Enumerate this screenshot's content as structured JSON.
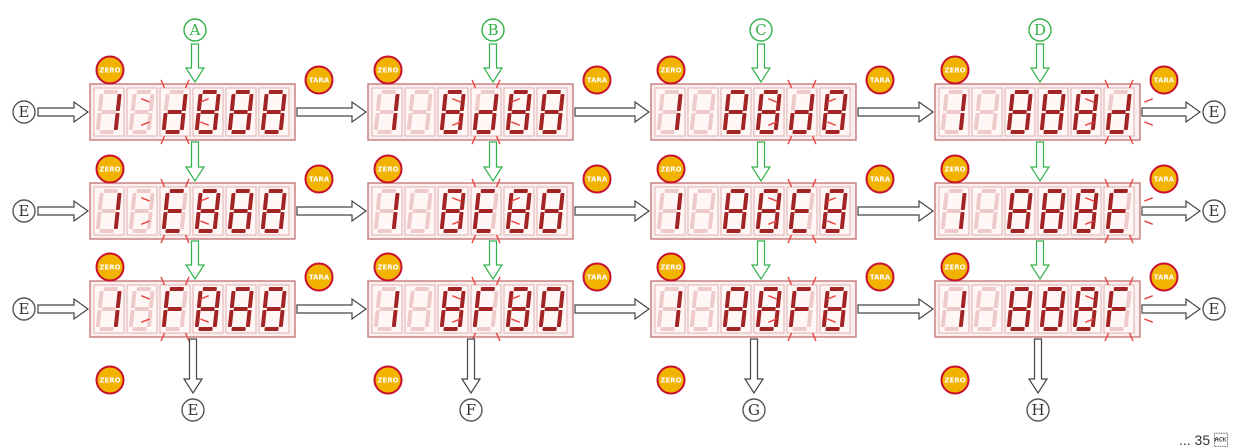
{
  "buttons": {
    "zero": "ZERO",
    "tara": "TARA"
  },
  "nodes": {
    "top": [
      "A",
      "B",
      "C",
      "D"
    ],
    "bottom": [
      "E",
      "F",
      "G",
      "H"
    ],
    "loop": "E"
  },
  "grid": [
    [
      {
        "digits": [
          "1",
          "",
          "d",
          "8",
          "8",
          "8"
        ],
        "blink": 2
      },
      {
        "digits": [
          "1",
          "",
          "8",
          "d",
          "8",
          "8"
        ],
        "blink": 3
      },
      {
        "digits": [
          "1",
          "",
          "8",
          "8",
          "d",
          "8"
        ],
        "blink": 4
      },
      {
        "digits": [
          "1",
          "",
          "8",
          "8",
          "8",
          "d"
        ],
        "blink": 5
      }
    ],
    [
      {
        "digits": [
          "1",
          "",
          "E",
          "8",
          "8",
          "8"
        ],
        "blink": 2
      },
      {
        "digits": [
          "1",
          "",
          "8",
          "E",
          "8",
          "8"
        ],
        "blink": 3
      },
      {
        "digits": [
          "1",
          "",
          "8",
          "8",
          "E",
          "8"
        ],
        "blink": 4
      },
      {
        "digits": [
          "1",
          "",
          "8",
          "8",
          "8",
          "E"
        ],
        "blink": 5
      }
    ],
    [
      {
        "digits": [
          "1",
          "",
          "F",
          "8",
          "8",
          "8"
        ],
        "blink": 2
      },
      {
        "digits": [
          "1",
          "",
          "8",
          "F",
          "8",
          "8"
        ],
        "blink": 3
      },
      {
        "digits": [
          "1",
          "",
          "8",
          "8",
          "F",
          "8"
        ],
        "blink": 4
      },
      {
        "digits": [
          "1",
          "",
          "8",
          "8",
          "8",
          "F"
        ],
        "blink": 5
      }
    ]
  ],
  "colors": {
    "segment_on": "#a32424",
    "segment_off": "#efcaca",
    "button_fill": "#f2b200",
    "button_ring": "#c8102e",
    "green_arrow": "#33b24a",
    "blink_rays": "#e84545"
  },
  "footer": "... 35 \u0006"
}
